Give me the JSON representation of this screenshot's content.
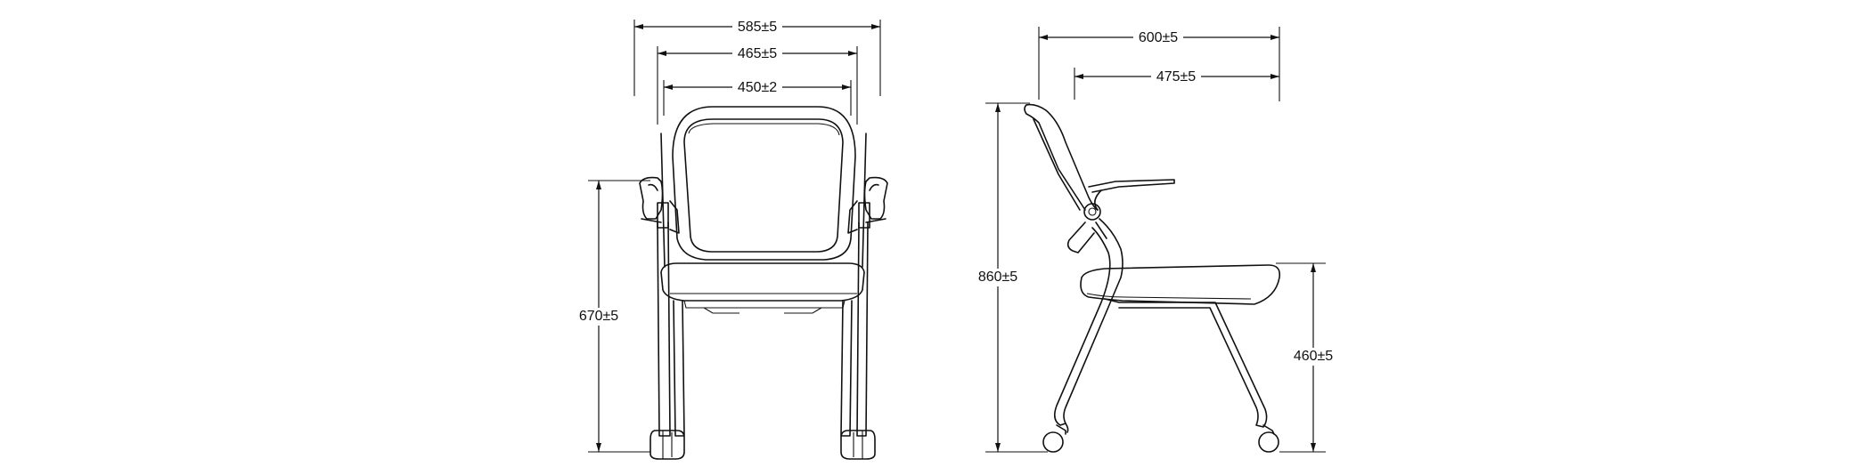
{
  "front_view": {
    "dimensions": {
      "overall_width": "585±5",
      "frame_width": "465±5",
      "back_width": "450±2",
      "arm_height": "670±5"
    }
  },
  "side_view": {
    "dimensions": {
      "overall_depth": "600±5",
      "seat_depth": "475±5",
      "overall_height": "860±5",
      "seat_height": "460±5"
    }
  }
}
